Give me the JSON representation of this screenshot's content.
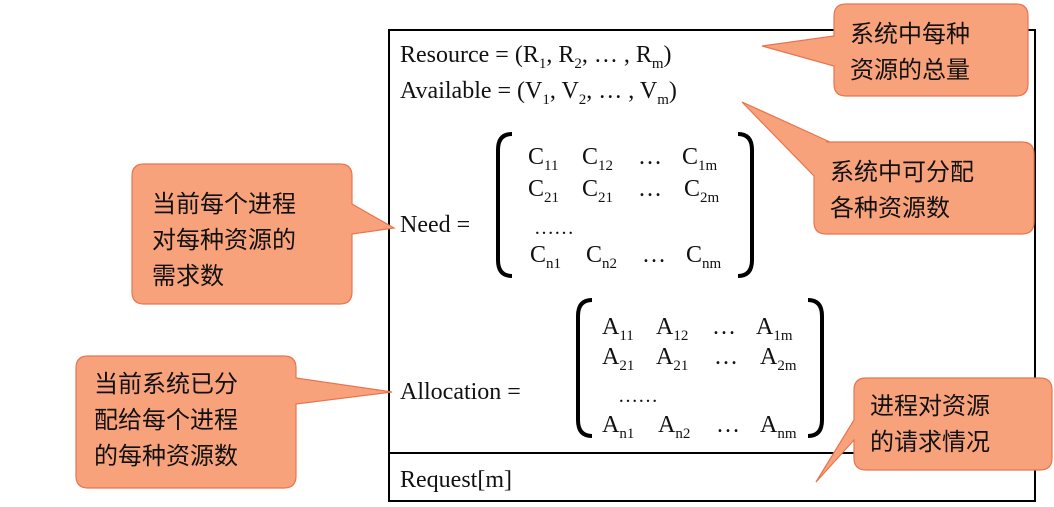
{
  "equations": {
    "resource": {
      "lhs": "Resource = (R",
      "s1": "1",
      "t1": ", R",
      "s2": "2",
      "t2": ", … ,  R",
      "sm": "m",
      "tend": ")"
    },
    "available": {
      "lhs": "Available = (V",
      "s1": "1",
      "t1": ", V",
      "s2": "2",
      "t2": ", … ,  V",
      "sm": "m",
      "tend": ")"
    },
    "need": {
      "label": "Need  =",
      "rows": [
        {
          "c1": "C",
          "s1": "11",
          "c2": "C",
          "s2": "12",
          "dots": "…",
          "c3": "C",
          "s3": "1m"
        },
        {
          "c1": "C",
          "s1": "21",
          "c2": "C",
          "s2": "21",
          "dots": "…",
          "c3": "C",
          "s3": "2m"
        },
        {
          "ellipsis": "……"
        },
        {
          "c1": "C",
          "s1": "n1",
          "c2": "C",
          "s2": "n2",
          "dots": "…",
          "c3": "C",
          "s3": "nm"
        }
      ]
    },
    "allocation": {
      "label": "Allocation  =",
      "rows": [
        {
          "c1": "A",
          "s1": "11",
          "c2": "A",
          "s2": "12",
          "dots": "…",
          "c3": "A",
          "s3": "1m"
        },
        {
          "c1": "A",
          "s1": "21",
          "c2": "A",
          "s2": "21",
          "dots": "…",
          "c3": "A",
          "s3": "2m"
        },
        {
          "ellipsis": "……"
        },
        {
          "c1": "A",
          "s1": "n1",
          "c2": "A",
          "s2": "n2",
          "dots": "…",
          "c3": "A",
          "s3": "nm"
        }
      ]
    },
    "request": "Request[m]"
  },
  "callouts": {
    "total": [
      "系统中每种",
      "资源的总量"
    ],
    "available": [
      "系统中可分配",
      "各种资源数"
    ],
    "need": [
      "当前每个进程",
      "对每种资源的",
      "需求数"
    ],
    "allocation": [
      "当前系统已分",
      "配给每个进程",
      "的每种资源数"
    ],
    "request": [
      "进程对资源",
      "的请求情况"
    ]
  },
  "colors": {
    "callout_fill": "#f8a27c",
    "callout_border": "#e8744f",
    "frame": "#000000"
  }
}
